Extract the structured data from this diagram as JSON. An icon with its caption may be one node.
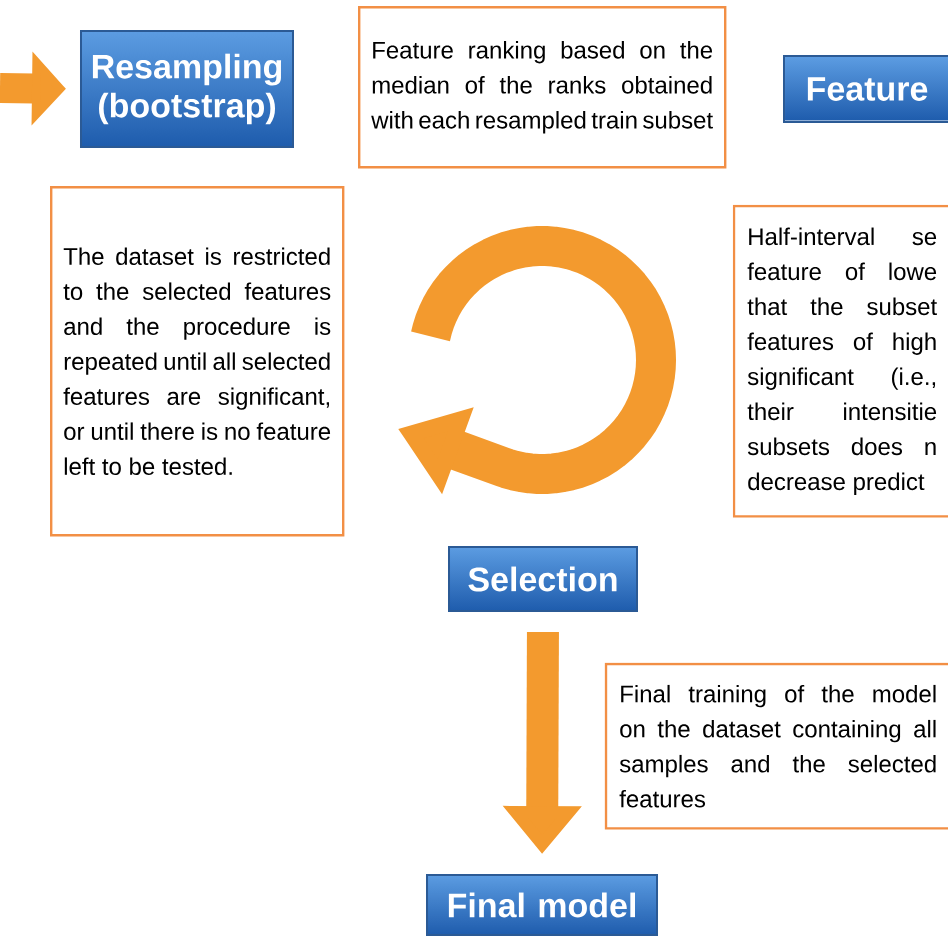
{
  "diagram": {
    "nodes": [
      {
        "text": [
          "Resampling (bootstrap)"
        ]
      },
      {
        "text": [
          "Feature ranking based on the median of the ranks obtained with each resampled train subset"
        ]
      },
      {
        "text": [
          "Feature"
        ]
      },
      {
        "text": [
          "The dataset is restricted to the selected features and the procedure is repeated until all selected features are significant, or until there is no feature left to be tested."
        ]
      },
      {
        "text": [
          "Half-interval se feature of lowe that the subset features of high significant (i.e., their intensitie subsets does n decrease predict"
        ]
      },
      {
        "text": [
          "Selection"
        ]
      },
      {
        "text": [
          "Final training of the model on the dataset containing all samples and the selected features"
        ]
      },
      {
        "text": [
          "Final model"
        ]
      }
    ],
    "edges": [
      {
        "from": null,
        "to": 0,
        "arrow": "to"
      },
      {
        "from": 5,
        "to": 7,
        "arrow": "to"
      }
    ]
  }
}
